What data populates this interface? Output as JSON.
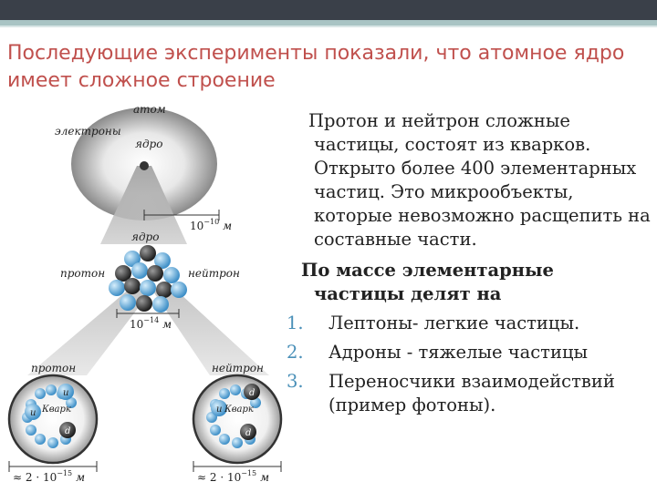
{
  "slide": {
    "title": "Последующие эксперименты показали, что атомное ядро имеет сложное строение",
    "colors": {
      "title": "#c0504d",
      "topbar": "#3a4049",
      "accent": "#a9c4c4",
      "list_numbers": "#4a90b8"
    }
  },
  "figure": {
    "labels": {
      "atom": "атом",
      "electrons": "электроны",
      "nucleus_top": "ядро",
      "size_atom": "10",
      "size_atom_exp": "−10",
      "size_atom_unit": "м",
      "nucleus_mid": "ядро",
      "proton": "протон",
      "neutron": "нейтрон",
      "size_nucleus": "10",
      "size_nucleus_exp": "−14",
      "size_nucleus_unit": "м",
      "proton_bottom": "протон",
      "neutron_bottom": "нейтрон",
      "quark_left": "Кварк",
      "quark_right": "Кварк",
      "u_top": "u",
      "u_left": "u",
      "d_left": "d",
      "d_top": "d",
      "u_right": "u",
      "d_right": "d",
      "size_quark_left": "≈ 2 · 10",
      "size_quark_left_exp": "−15",
      "size_quark_left_unit": "м",
      "size_quark_right": "≈ 2 · 10",
      "size_quark_right_exp": "−15",
      "size_quark_right_unit": "м"
    }
  },
  "content": {
    "paragraph": "Протон и нейтрон    сложные частицы, состоят из кварков. Открыто более 400 элементарных частиц. Это микрообъекты, которые невозможно расщепить на составные части.",
    "subhead_line1": "По массе элементарные",
    "subhead_line2": "частицы делят   на",
    "list": [
      {
        "num": "1.",
        "text": "Лептоны- легкие частицы."
      },
      {
        "num": "2.",
        "text": "Адроны - тяжелые частицы"
      },
      {
        "num": "3.",
        "text": "Переносчики взаимодействий (пример фотоны)."
      }
    ]
  }
}
